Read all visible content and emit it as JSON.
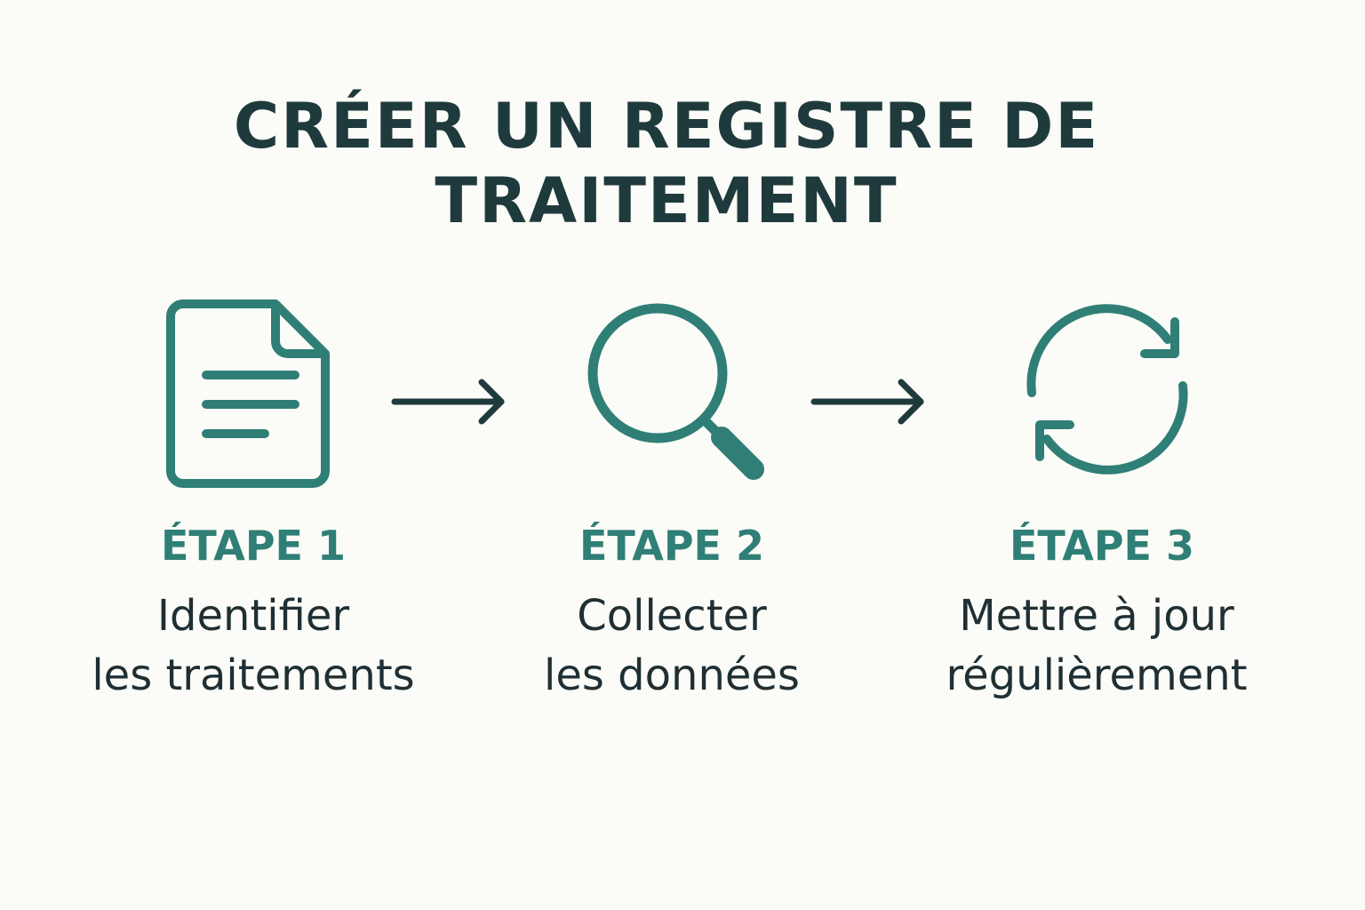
{
  "title": {
    "line1": "CRÉER UN REGISTRE DE",
    "line2": "TRAITEMENT"
  },
  "colors": {
    "accent": "#2f7f76",
    "dark": "#1f3a3d",
    "background": "#fbfbf7"
  },
  "steps": [
    {
      "label": "ÉTAPE 1",
      "desc_line1": "Identifier",
      "desc_line2": "les traitements",
      "icon": "document-icon"
    },
    {
      "label": "ÉTAPE 2",
      "desc_line1": "Collecter",
      "desc_line2": "les données",
      "icon": "magnifier-icon"
    },
    {
      "label": "ÉTAPE 3",
      "desc_line1": "Mettre à jour",
      "desc_line2": "régulièrement",
      "icon": "refresh-icon"
    }
  ]
}
